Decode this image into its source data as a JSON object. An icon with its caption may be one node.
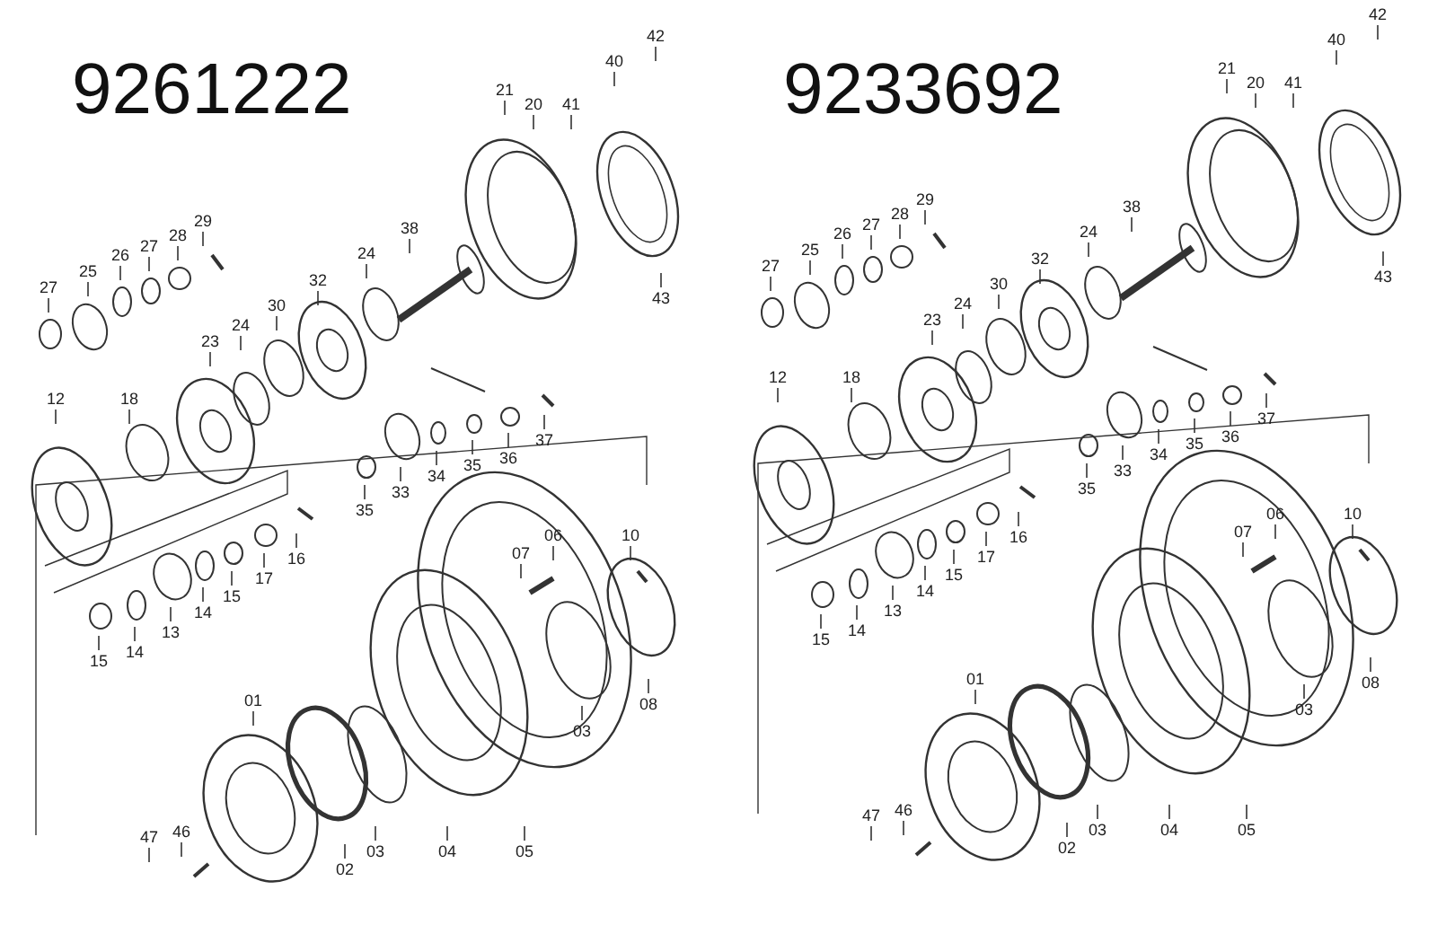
{
  "diagram": {
    "nodes": [
      {
        "text": [
          "42"
        ]
      },
      {
        "text": [
          "40"
        ]
      },
      {
        "text": [
          "21"
        ]
      },
      {
        "text": [
          "20"
        ]
      },
      {
        "text": [
          "41"
        ]
      },
      {
        "text": [
          "29"
        ]
      },
      {
        "text": [
          "28"
        ]
      },
      {
        "text": [
          "27"
        ]
      },
      {
        "text": [
          "26"
        ]
      },
      {
        "text": [
          "25"
        ]
      },
      {
        "text": [
          "27"
        ]
      },
      {
        "text": [
          "38"
        ]
      },
      {
        "text": [
          "24"
        ]
      },
      {
        "text": [
          "32"
        ]
      },
      {
        "text": [
          "30"
        ]
      },
      {
        "text": [
          "24"
        ]
      },
      {
        "text": [
          "23"
        ]
      },
      {
        "text": [
          "43"
        ]
      },
      {
        "text": [
          "12"
        ]
      },
      {
        "text": [
          "18"
        ]
      },
      {
        "text": [
          "37"
        ]
      },
      {
        "text": [
          "36"
        ]
      },
      {
        "text": [
          "35"
        ]
      },
      {
        "text": [
          "34"
        ]
      },
      {
        "text": [
          "33"
        ]
      },
      {
        "text": [
          "35"
        ]
      },
      {
        "text": [
          "07"
        ]
      },
      {
        "text": [
          "06"
        ]
      },
      {
        "text": [
          "10"
        ]
      },
      {
        "text": [
          "16"
        ]
      },
      {
        "text": [
          "17"
        ]
      },
      {
        "text": [
          "15"
        ]
      },
      {
        "text": [
          "14"
        ]
      },
      {
        "text": [
          "13"
        ]
      },
      {
        "text": [
          "14"
        ]
      },
      {
        "text": [
          "15"
        ]
      },
      {
        "text": [
          "08"
        ]
      },
      {
        "text": [
          "03"
        ]
      },
      {
        "text": [
          "01"
        ]
      },
      {
        "text": [
          "47"
        ]
      },
      {
        "text": [
          "46"
        ]
      },
      {
        "text": [
          "02"
        ]
      },
      {
        "text": [
          "03"
        ]
      },
      {
        "text": [
          "04"
        ]
      },
      {
        "text": [
          "05"
        ]
      },
      {
        "text": [
          "42"
        ]
      },
      {
        "text": [
          "40"
        ]
      },
      {
        "text": [
          "21"
        ]
      },
      {
        "text": [
          "20"
        ]
      },
      {
        "text": [
          "41"
        ]
      },
      {
        "text": [
          "29"
        ]
      },
      {
        "text": [
          "28"
        ]
      },
      {
        "text": [
          "27"
        ]
      },
      {
        "text": [
          "26"
        ]
      },
      {
        "text": [
          "25"
        ]
      },
      {
        "text": [
          "27"
        ]
      },
      {
        "text": [
          "38"
        ]
      },
      {
        "text": [
          "24"
        ]
      },
      {
        "text": [
          "32"
        ]
      },
      {
        "text": [
          "30"
        ]
      },
      {
        "text": [
          "24"
        ]
      },
      {
        "text": [
          "23"
        ]
      },
      {
        "text": [
          "43"
        ]
      },
      {
        "text": [
          "12"
        ]
      },
      {
        "text": [
          "18"
        ]
      },
      {
        "text": [
          "37"
        ]
      },
      {
        "text": [
          "36"
        ]
      },
      {
        "text": [
          "35"
        ]
      },
      {
        "text": [
          "34"
        ]
      },
      {
        "text": [
          "33"
        ]
      },
      {
        "text": [
          "35"
        ]
      },
      {
        "text": [
          "07"
        ]
      },
      {
        "text": [
          "06"
        ]
      },
      {
        "text": [
          "10"
        ]
      },
      {
        "text": [
          "16"
        ]
      },
      {
        "text": [
          "17"
        ]
      },
      {
        "text": [
          "15"
        ]
      },
      {
        "text": [
          "14"
        ]
      },
      {
        "text": [
          "13"
        ]
      },
      {
        "text": [
          "14"
        ]
      },
      {
        "text": [
          "15"
        ]
      },
      {
        "text": [
          "08"
        ]
      },
      {
        "text": [
          "03"
        ]
      },
      {
        "text": [
          "01"
        ]
      },
      {
        "text": [
          "47"
        ]
      },
      {
        "text": [
          "46"
        ]
      },
      {
        "text": [
          "02"
        ]
      },
      {
        "text": [
          "03"
        ]
      },
      {
        "text": [
          "04"
        ]
      },
      {
        "text": [
          "05"
        ]
      }
    ],
    "edges": [
      {
        "from": 0,
        "to": null,
        "arrow": "none"
      },
      {
        "from": 1,
        "to": null,
        "arrow": "none"
      },
      {
        "from": 2,
        "to": null,
        "arrow": "none"
      },
      {
        "from": 3,
        "to": null,
        "arrow": "none"
      },
      {
        "from": 4,
        "to": null,
        "arrow": "none"
      },
      {
        "from": 5,
        "to": null,
        "arrow": "none"
      },
      {
        "from": 6,
        "to": null,
        "arrow": "none"
      },
      {
        "from": 7,
        "to": null,
        "arrow": "none"
      },
      {
        "from": 8,
        "to": null,
        "arrow": "none"
      },
      {
        "from": 9,
        "to": null,
        "arrow": "none"
      },
      {
        "from": 10,
        "to": null,
        "arrow": "none"
      },
      {
        "from": 11,
        "to": null,
        "arrow": "none"
      },
      {
        "from": 12,
        "to": null,
        "arrow": "none"
      },
      {
        "from": 13,
        "to": null,
        "arrow": "none"
      },
      {
        "from": 14,
        "to": null,
        "arrow": "none"
      },
      {
        "from": 15,
        "to": null,
        "arrow": "none"
      },
      {
        "from": 16,
        "to": null,
        "arrow": "none"
      },
      {
        "from": 17,
        "to": null,
        "arrow": "none"
      },
      {
        "from": 18,
        "to": null,
        "arrow": "none"
      },
      {
        "from": 19,
        "to": null,
        "arrow": "none"
      },
      {
        "from": 20,
        "to": null,
        "arrow": "none"
      },
      {
        "from": 21,
        "to": null,
        "arrow": "none"
      },
      {
        "from": 22,
        "to": null,
        "arrow": "none"
      },
      {
        "from": 23,
        "to": null,
        "arrow": "none"
      },
      {
        "from": 24,
        "to": null,
        "arrow": "none"
      },
      {
        "from": 25,
        "to": null,
        "arrow": "none"
      },
      {
        "from": 26,
        "to": null,
        "arrow": "none"
      },
      {
        "from": 27,
        "to": null,
        "arrow": "none"
      },
      {
        "from": 28,
        "to": null,
        "arrow": "none"
      },
      {
        "from": 29,
        "to": null,
        "arrow": "none"
      },
      {
        "from": 30,
        "to": null,
        "arrow": "none"
      },
      {
        "from": 31,
        "to": null,
        "arrow": "none"
      },
      {
        "from": 32,
        "to": null,
        "arrow": "none"
      },
      {
        "from": 33,
        "to": null,
        "arrow": "none"
      },
      {
        "from": 34,
        "to": null,
        "arrow": "none"
      },
      {
        "from": 35,
        "to": null,
        "arrow": "none"
      },
      {
        "from": 36,
        "to": null,
        "arrow": "none"
      },
      {
        "from": 37,
        "to": null,
        "arrow": "none"
      },
      {
        "from": 38,
        "to": null,
        "arrow": "none"
      },
      {
        "from": 39,
        "to": null,
        "arrow": "none"
      },
      {
        "from": 40,
        "to": null,
        "arrow": "none"
      },
      {
        "from": 41,
        "to": null,
        "arrow": "none"
      },
      {
        "from": 42,
        "to": null,
        "arrow": "none"
      },
      {
        "from": 43,
        "to": null,
        "arrow": "none"
      },
      {
        "from": 44,
        "to": null,
        "arrow": "none"
      },
      {
        "from": 45,
        "to": null,
        "arrow": "none"
      },
      {
        "from": 46,
        "to": null,
        "arrow": "none"
      },
      {
        "from": 47,
        "to": null,
        "arrow": "none"
      },
      {
        "from": 48,
        "to": null,
        "arrow": "none"
      },
      {
        "from": 49,
        "to": null,
        "arrow": "none"
      },
      {
        "from": 50,
        "to": null,
        "arrow": "none"
      },
      {
        "from": 51,
        "to": null,
        "arrow": "none"
      },
      {
        "from": 52,
        "to": null,
        "arrow": "none"
      },
      {
        "from": 53,
        "to": null,
        "arrow": "none"
      },
      {
        "from": 54,
        "to": null,
        "arrow": "none"
      },
      {
        "from": 55,
        "to": null,
        "arrow": "none"
      },
      {
        "from": 56,
        "to": null,
        "arrow": "none"
      },
      {
        "from": 57,
        "to": null,
        "arrow": "none"
      },
      {
        "from": 58,
        "to": null,
        "arrow": "none"
      },
      {
        "from": 59,
        "to": null,
        "arrow": "none"
      },
      {
        "from": 60,
        "to": null,
        "arrow": "none"
      },
      {
        "from": 61,
        "to": null,
        "arrow": "none"
      },
      {
        "from": 62,
        "to": null,
        "arrow": "none"
      },
      {
        "from": 63,
        "to": null,
        "arrow": "none"
      },
      {
        "from": 64,
        "to": null,
        "arrow": "none"
      },
      {
        "from": 65,
        "to": null,
        "arrow": "none"
      },
      {
        "from": 66,
        "to": null,
        "arrow": "none"
      },
      {
        "from": 67,
        "to": null,
        "arrow": "none"
      },
      {
        "from": 68,
        "to": null,
        "arrow": "none"
      },
      {
        "from": 69,
        "to": null,
        "arrow": "none"
      },
      {
        "from": 70,
        "to": null,
        "arrow": "none"
      },
      {
        "from": 71,
        "to": null,
        "arrow": "none"
      },
      {
        "from": 72,
        "to": null,
        "arrow": "none"
      },
      {
        "from": 73,
        "to": null,
        "arrow": "none"
      },
      {
        "from": 74,
        "to": null,
        "arrow": "none"
      },
      {
        "from": 75,
        "to": null,
        "arrow": "none"
      },
      {
        "from": 76,
        "to": null,
        "arrow": "none"
      },
      {
        "from": 77,
        "to": null,
        "arrow": "none"
      },
      {
        "from": 78,
        "to": null,
        "arrow": "none"
      },
      {
        "from": 79,
        "to": null,
        "arrow": "none"
      },
      {
        "from": 80,
        "to": null,
        "arrow": "none"
      },
      {
        "from": 81,
        "to": null,
        "arrow": "none"
      },
      {
        "from": 82,
        "to": null,
        "arrow": "none"
      },
      {
        "from": 83,
        "to": null,
        "arrow": "none"
      },
      {
        "from": 84,
        "to": null,
        "arrow": "none"
      },
      {
        "from": 85,
        "to": null,
        "arrow": "none"
      },
      {
        "from": 86,
        "to": null,
        "arrow": "none"
      },
      {
        "from": 87,
        "to": null,
        "arrow": "none"
      },
      {
        "from": 88,
        "to": null,
        "arrow": "none"
      },
      {
        "from": 89,
        "to": null,
        "arrow": "none"
      }
    ],
    "labels": [
      "9261222",
      "9233692"
    ]
  }
}
